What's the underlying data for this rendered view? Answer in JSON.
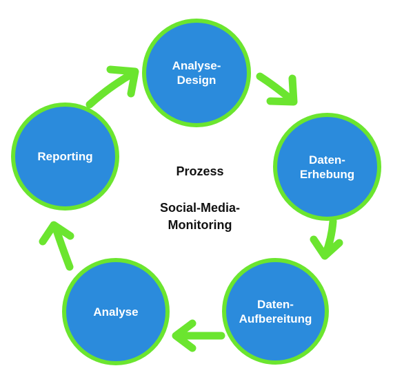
{
  "diagram": {
    "center_title": "Prozess",
    "center_subtitle": "Social-Media-\nMonitoring",
    "nodes": [
      {
        "label": "Analyse-\nDesign"
      },
      {
        "label": "Daten-\nErhebung"
      },
      {
        "label": "Daten-\nAufbereitung"
      },
      {
        "label": "Analyse"
      },
      {
        "label": "Reporting"
      }
    ],
    "colors": {
      "node_fill": "#2b8bdc",
      "node_border": "#6be52f",
      "arrow": "#6be52f",
      "center_text": "#111111"
    }
  }
}
